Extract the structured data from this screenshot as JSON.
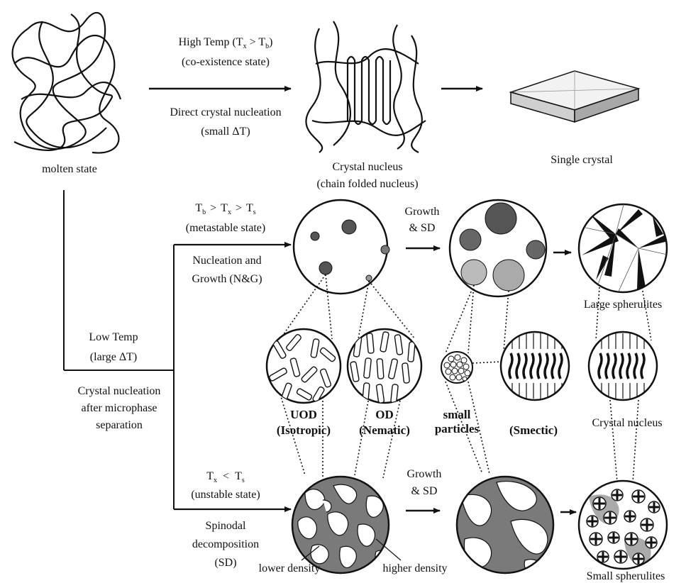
{
  "diagram": {
    "top_path": {
      "molten_state": "molten state",
      "condition_line1": "High Temp (T",
      "condition_line1_sub1": "x",
      "condition_line1_mid": " > T",
      "condition_line1_sub2": "b",
      "condition_line1_end": ")",
      "condition_line2": "(co-existence state)",
      "mechanism_line1": "Direct crystal nucleation",
      "mechanism_line2": "(small ΔT)",
      "nucleus_line1": "Crystal nucleus",
      "nucleus_line2": "(chain folded nucleus)",
      "single_crystal": "Single crystal"
    },
    "low_branch": {
      "temp_line1": "Low Temp",
      "temp_line2": "(large ΔT)",
      "desc_line1": "Crystal nucleation",
      "desc_line2": "after microphase",
      "desc_line3": "separation"
    },
    "ng_path": {
      "cond_T1": "T",
      "cond_T1_sub": "b",
      "cond_T2": "T",
      "cond_T2_sub": "x",
      "cond_T3": "T",
      "cond_T3_sub": "s",
      "cond_gt": ">",
      "state": "(metastable state)",
      "mechanism_line1": "Nucleation and",
      "mechanism_line2": "Growth (N&G)",
      "growth_line1": "Growth",
      "growth_line2": "& SD",
      "result": "Large spherulites"
    },
    "middle_row": {
      "uod_line1": "UOD",
      "uod_line2": "(Isotropic)",
      "od_line1": "OD",
      "od_line2": "(Nematic)",
      "small_line1": "small",
      "small_line2": "particles",
      "smectic": "(Smectic)",
      "crystal_nucleus": "Crystal nucleus"
    },
    "sd_path": {
      "cond_T1": "T",
      "cond_T1_sub": "x",
      "cond_lt": "<",
      "cond_T2": "T",
      "cond_T2_sub": "s",
      "state": "(unstable state)",
      "mechanism_line1": "Spinodal",
      "mechanism_line2": "decomposition",
      "mechanism_line3": "(SD)",
      "growth_line1": "Growth",
      "growth_line2": "& SD",
      "lower_density": "lower density",
      "higher_density": "higher density",
      "result": "Small spherulites"
    }
  },
  "colors": {
    "ink": "#111111",
    "dark_particle": "#555555",
    "light_particle": "#b0b0b0",
    "sd_dark": "#7a7a7a"
  }
}
